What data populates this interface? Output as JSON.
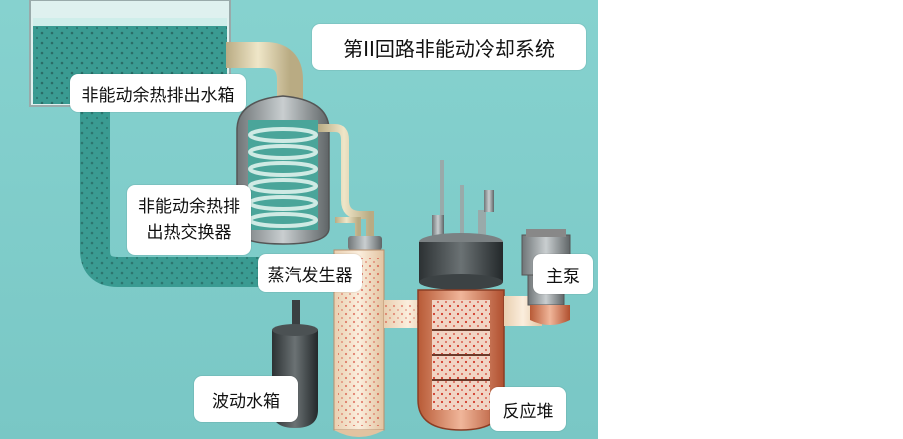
{
  "title": "第II回路非能动冷却系统",
  "labels": {
    "tank": "非能动余热排出水箱",
    "hx_line1": "非能动余热排",
    "hx_line2": "出热交换器",
    "steam_generator": "蒸汽发生器",
    "main_pump": "主泵",
    "surge_tank": "波动水箱",
    "reactor": "反应堆"
  },
  "colors": {
    "background": "#7ecdcb",
    "water": "#2f8f87",
    "pipe": "#d8cba6",
    "pipe_green": "#3f9e92",
    "reactor_core": "#c9643f"
  }
}
